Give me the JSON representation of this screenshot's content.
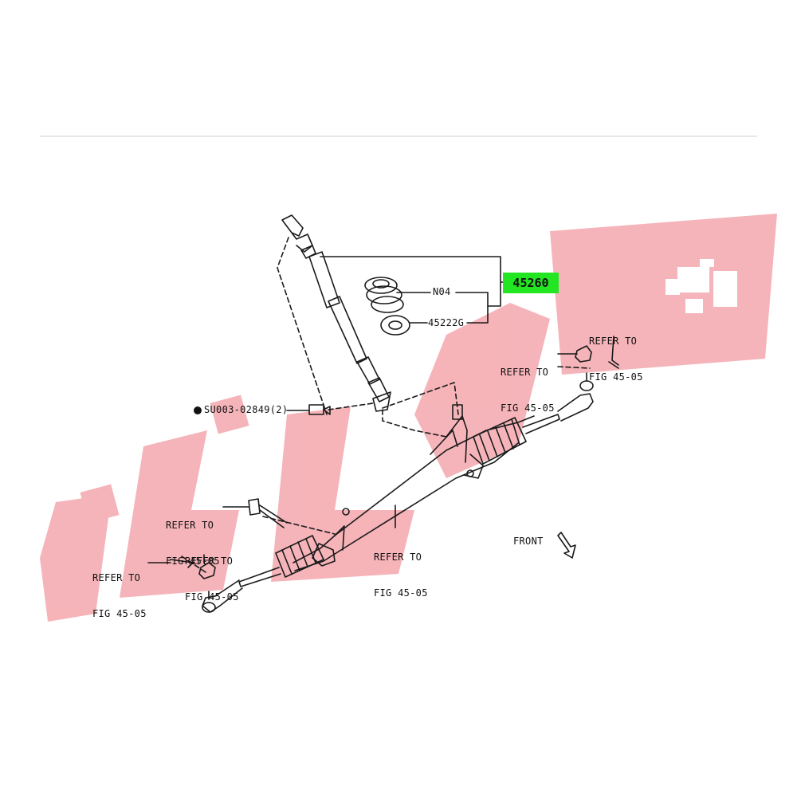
{
  "labels": {
    "assembly": "45260",
    "part_n04": "N04",
    "part_45222g": "45222G",
    "bolt_code": "SU003-02849(2)",
    "refer_right_top": [
      "REFER TO",
      "FIG 45-05"
    ],
    "refer_right_mid": [
      "REFER TO",
      "FIG 45-05"
    ],
    "refer_left_bolt": [
      "REFER TO",
      "FIG 45-05"
    ],
    "refer_left_nut": [
      "REFER TO",
      "FIG 45-05"
    ],
    "refer_left_far": [
      "REFER TO",
      "FIG 45-05"
    ],
    "refer_center": [
      "REFER TO",
      "FIG 45-05"
    ],
    "front": "FRONT"
  },
  "colors": {
    "highlight": "#22e622",
    "watermark": "#f4a7ad",
    "line": "#1a1a1a"
  }
}
